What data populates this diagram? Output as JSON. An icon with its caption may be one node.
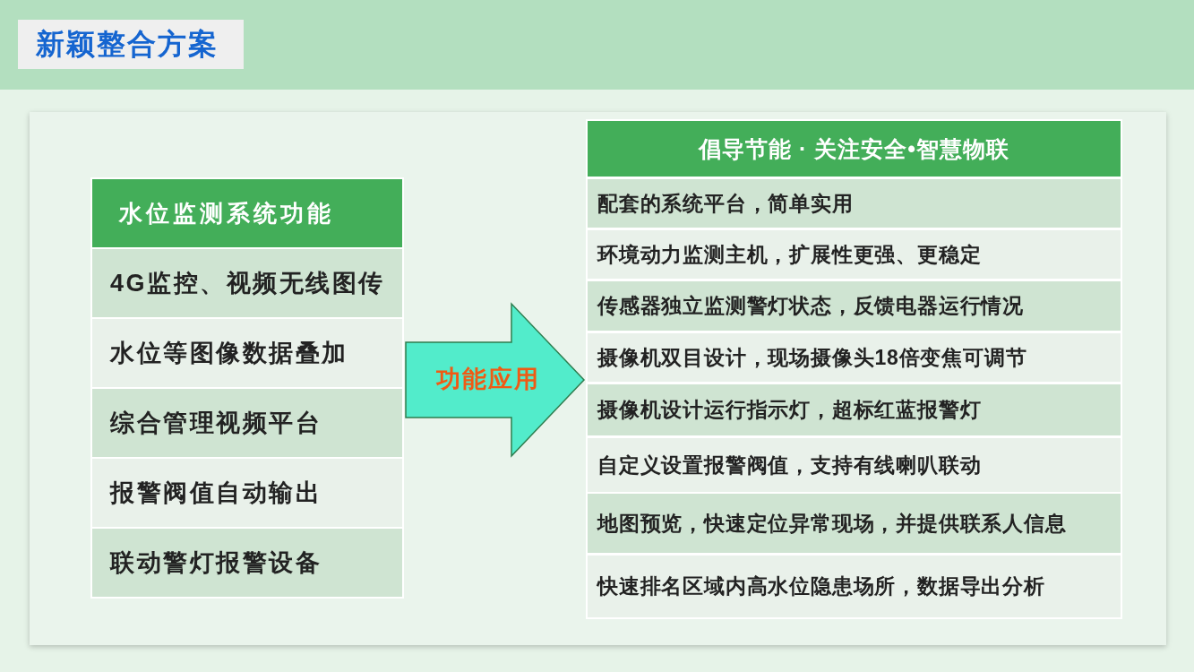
{
  "diagram": {
    "title": "新颖整合方案",
    "nodes": [
      {
        "text": [
          "水位监测系统功能"
        ]
      },
      {
        "text": [
          "4G监控、视频无线图传"
        ],
        "in": 0
      },
      {
        "text": [
          "水位等图像数据叠加"
        ],
        "in": 0
      },
      {
        "text": [
          "综合管理视频平台"
        ],
        "in": 0
      },
      {
        "text": [
          "报警阀值自动输出"
        ],
        "in": 0
      },
      {
        "text": [
          "联动警灯报警设备"
        ],
        "in": 0
      },
      {
        "text": [
          "倡导节能 · 关注安全•智慧物联"
        ]
      },
      {
        "text": [
          "配套的系统平台，简单实用"
        ],
        "in": 6
      },
      {
        "text": [
          "环境动力监测主机，扩展性更强、更稳定"
        ],
        "in": 6
      },
      {
        "text": [
          "传感器独立监测警灯状态，反馈电器运行情况"
        ],
        "in": 6
      },
      {
        "text": [
          "摄像机双目设计，现场摄像头18倍变焦可调节"
        ],
        "in": 6
      },
      {
        "text": [
          "摄像机设计运行指示灯，超标红蓝报警灯"
        ],
        "in": 6
      },
      {
        "text": [
          "自定义设置报警阀值，支持有线喇叭联动"
        ],
        "in": 6
      },
      {
        "text": [
          "地图预览，快速定位异常现场，并提供联系人信息"
        ],
        "in": 6
      },
      {
        "text": [
          "快速排名区域内高水位隐患场所，数据导出分析"
        ],
        "in": 6
      }
    ],
    "edges": [
      {
        "from": 0,
        "to": 6,
        "arrow": "to",
        "label": "功能应用",
        "style": "thick"
      }
    ]
  }
}
